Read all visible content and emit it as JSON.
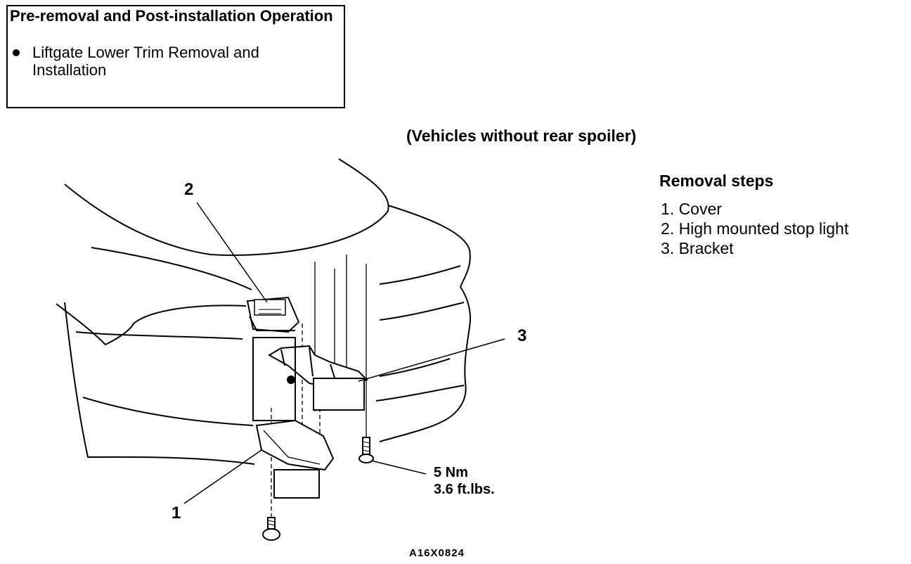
{
  "operation_box": {
    "title": "Pre-removal and Post-installation Operation",
    "items": [
      "Liftgate Lower Trim Removal and Installation"
    ]
  },
  "subtitle": "(Vehicles without rear spoiler)",
  "removal_steps": {
    "title": "Removal steps",
    "steps": [
      "1. Cover",
      "2. High mounted stop light",
      "3. Bracket"
    ]
  },
  "callouts": {
    "c1": "1",
    "c2": "2",
    "c3": "3"
  },
  "torque": {
    "nm": "5 Nm",
    "ftlbs": "3.6 ft.lbs."
  },
  "figure_id": "A16X0824"
}
